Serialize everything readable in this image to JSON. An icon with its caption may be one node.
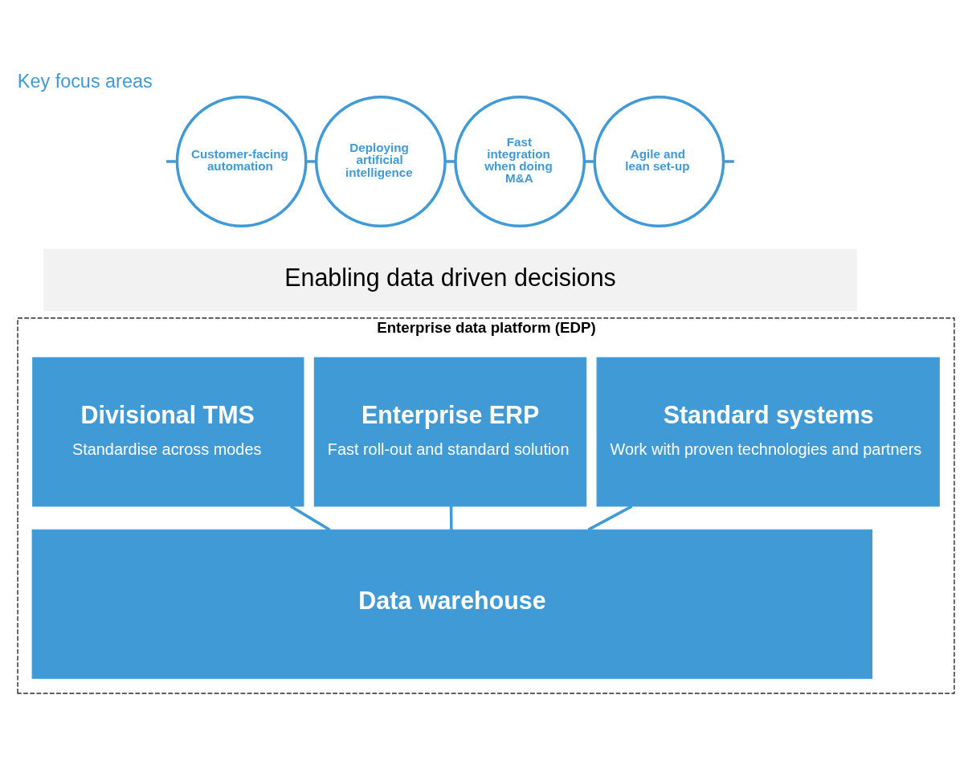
{
  "diagram": {
    "title": "Key focus areas",
    "nodes": [
      {
        "text": [
          "Customer-facing automation"
        ]
      },
      {
        "text": [
          "Deploying artificial intelligence"
        ]
      },
      {
        "text": [
          "Fast integration when doing M&A"
        ]
      },
      {
        "text": [
          "Agile and lean set-up"
        ]
      },
      {
        "text": [
          "Enabling data driven decisions"
        ]
      },
      {
        "text": [
          "Enterprise data platform (EDP)"
        ]
      },
      {
        "text": [
          "Divisional TMS",
          "Standardise across modes"
        ],
        "in": 5
      },
      {
        "text": [
          "Enterprise ERP",
          "Fast roll-out and standard solution"
        ],
        "in": 5
      },
      {
        "text": [
          "Standard systems",
          "Work with proven technologies and partners"
        ],
        "in": 5
      },
      {
        "text": [
          "Data warehouse"
        ],
        "in": 5
      }
    ],
    "edges": [
      {
        "from": null,
        "to": 0,
        "arrow": "none"
      },
      {
        "from": 0,
        "to": 1,
        "arrow": "none"
      },
      {
        "from": 1,
        "to": 2,
        "arrow": "none"
      },
      {
        "from": 2,
        "to": 3,
        "arrow": "none"
      },
      {
        "from": 3,
        "to": null,
        "arrow": "none"
      },
      {
        "from": 6,
        "to": 9,
        "arrow": "none"
      },
      {
        "from": 7,
        "to": 9,
        "arrow": "none"
      },
      {
        "from": 8,
        "to": 9,
        "arrow": "none"
      }
    ]
  }
}
